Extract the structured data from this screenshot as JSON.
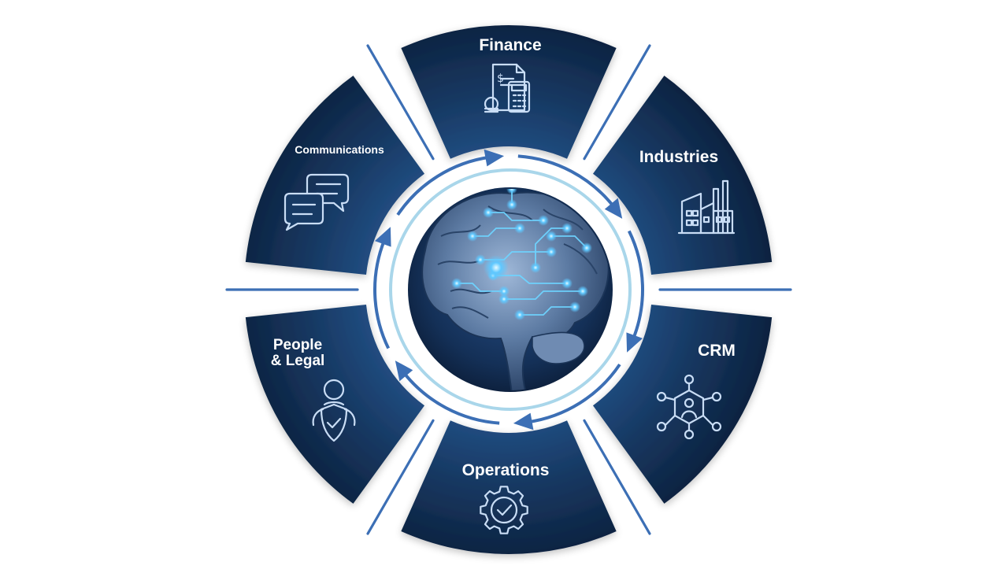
{
  "diagram": {
    "segments": [
      {
        "id": "finance",
        "label": "Finance",
        "icon": "finance-calculator-icon"
      },
      {
        "id": "industries",
        "label": "Industries",
        "icon": "factory-icon"
      },
      {
        "id": "crm",
        "label": "CRM",
        "icon": "network-user-icon"
      },
      {
        "id": "operations",
        "label": "Operations",
        "icon": "gear-check-icon"
      },
      {
        "id": "people-legal",
        "label_line1": "People",
        "label_line2": "& Legal",
        "icon": "person-shield-icon"
      },
      {
        "id": "communications",
        "label": "Communications",
        "icon": "chat-bubbles-icon"
      }
    ],
    "center": {
      "icon": "ai-brain-circuit-icon"
    },
    "colors": {
      "segment_dark": "#0f2745",
      "segment_mid": "#1d4675",
      "accent_blue": "#3c6fb5",
      "ring_light": "#a9d6ea",
      "glow": "#5fc8ff"
    }
  }
}
